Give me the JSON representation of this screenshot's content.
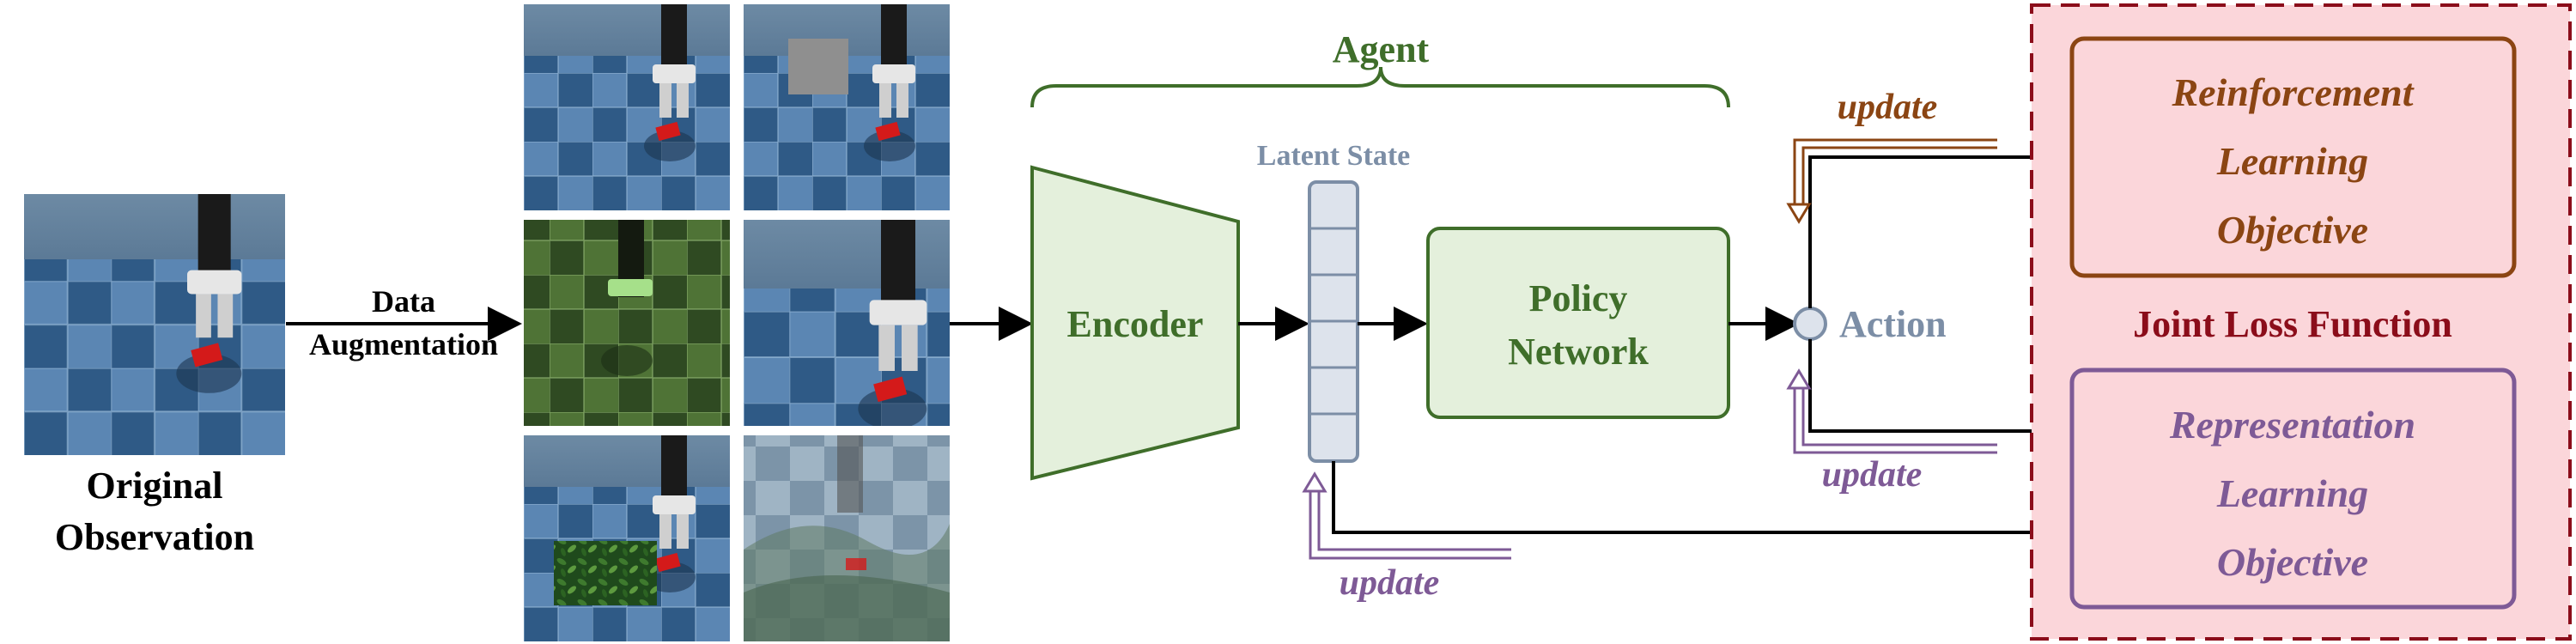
{
  "original": {
    "label_line1": "Original",
    "label_line2": "Observation"
  },
  "augmentation": {
    "label_line1": "Data",
    "label_line2": "Augmentation"
  },
  "agent": {
    "title": "Agent",
    "encoder": "Encoder",
    "latent_state": "Latent State",
    "policy_line1": "Policy",
    "policy_line2": "Network",
    "action": "Action"
  },
  "updates": {
    "top": "update",
    "middle": "update",
    "bottom": "update"
  },
  "loss": {
    "title": "Joint Loss Function",
    "rl": {
      "line1": "Reinforcement",
      "line2": "Learning",
      "line3": "Objective"
    },
    "repr": {
      "line1": "Representation",
      "line2": "Learning",
      "line3": "Objective"
    }
  },
  "colors": {
    "agent_green": "#3f6e2a",
    "box_fill": "#e4f0dc",
    "latent_fill": "#dde3ec",
    "latent_stroke": "#7c8ea6",
    "rl_brown": "#8b4513",
    "repr_purple": "#7e5a96",
    "loss_red": "#8b0d1a",
    "loss_fill": "#fbd6da"
  },
  "icons": {
    "robot_scene": "robot-arm-checkerboard-scene"
  }
}
